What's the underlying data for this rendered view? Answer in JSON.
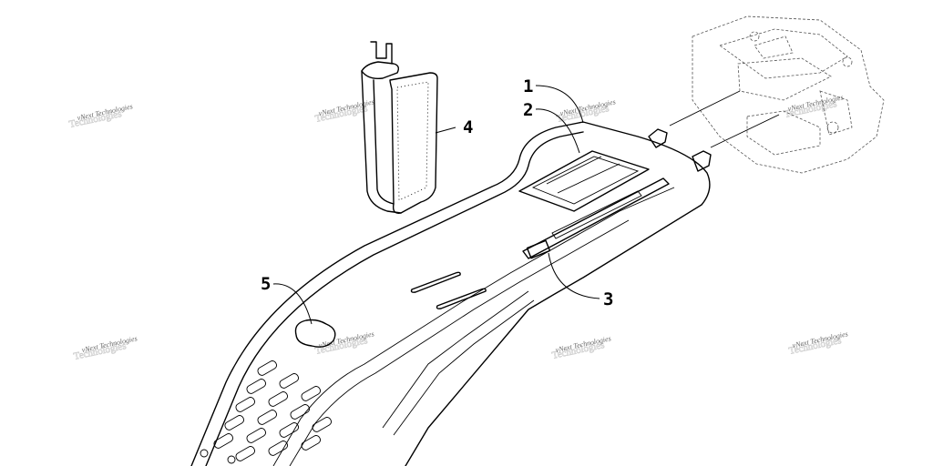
{
  "callouts": [
    {
      "id": "1",
      "label": "1"
    },
    {
      "id": "2",
      "label": "2"
    },
    {
      "id": "3",
      "label": "3"
    },
    {
      "id": "4",
      "label": "4"
    },
    {
      "id": "5",
      "label": "5"
    }
  ],
  "watermark": {
    "text": "vNext Technologies",
    "soft_text": "Technologies"
  }
}
